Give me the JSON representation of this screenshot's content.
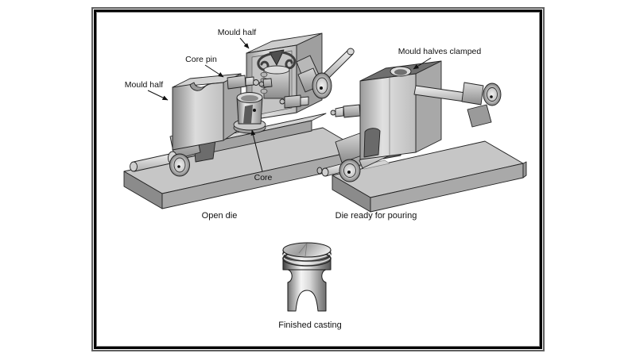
{
  "page": {
    "background": "#ffffff"
  },
  "frame": {
    "outer_line": "#5f5f5f",
    "main_line": "#000000",
    "inner_line": "#8a8a8a",
    "fill": "#ffffff"
  },
  "diagram": {
    "callouts": {
      "mould_half_top": "Mould half",
      "core_pin": "Core pin",
      "mould_half_left": "Mould half",
      "mould_halves_clamped": "Mould halves clamped",
      "core": "Core"
    },
    "captions": {
      "open_die": "Open die",
      "die_ready_for_pouring": "Die ready for pouring",
      "finished_casting": "Finished casting"
    },
    "palette": {
      "outline": "#1f1f1f",
      "metal_light": "#ececec",
      "metal_mid": "#b8b8b8",
      "metal_dark": "#8f8f8f",
      "metal_shadow": "#5f5f5f",
      "label_text": "#111111"
    }
  }
}
